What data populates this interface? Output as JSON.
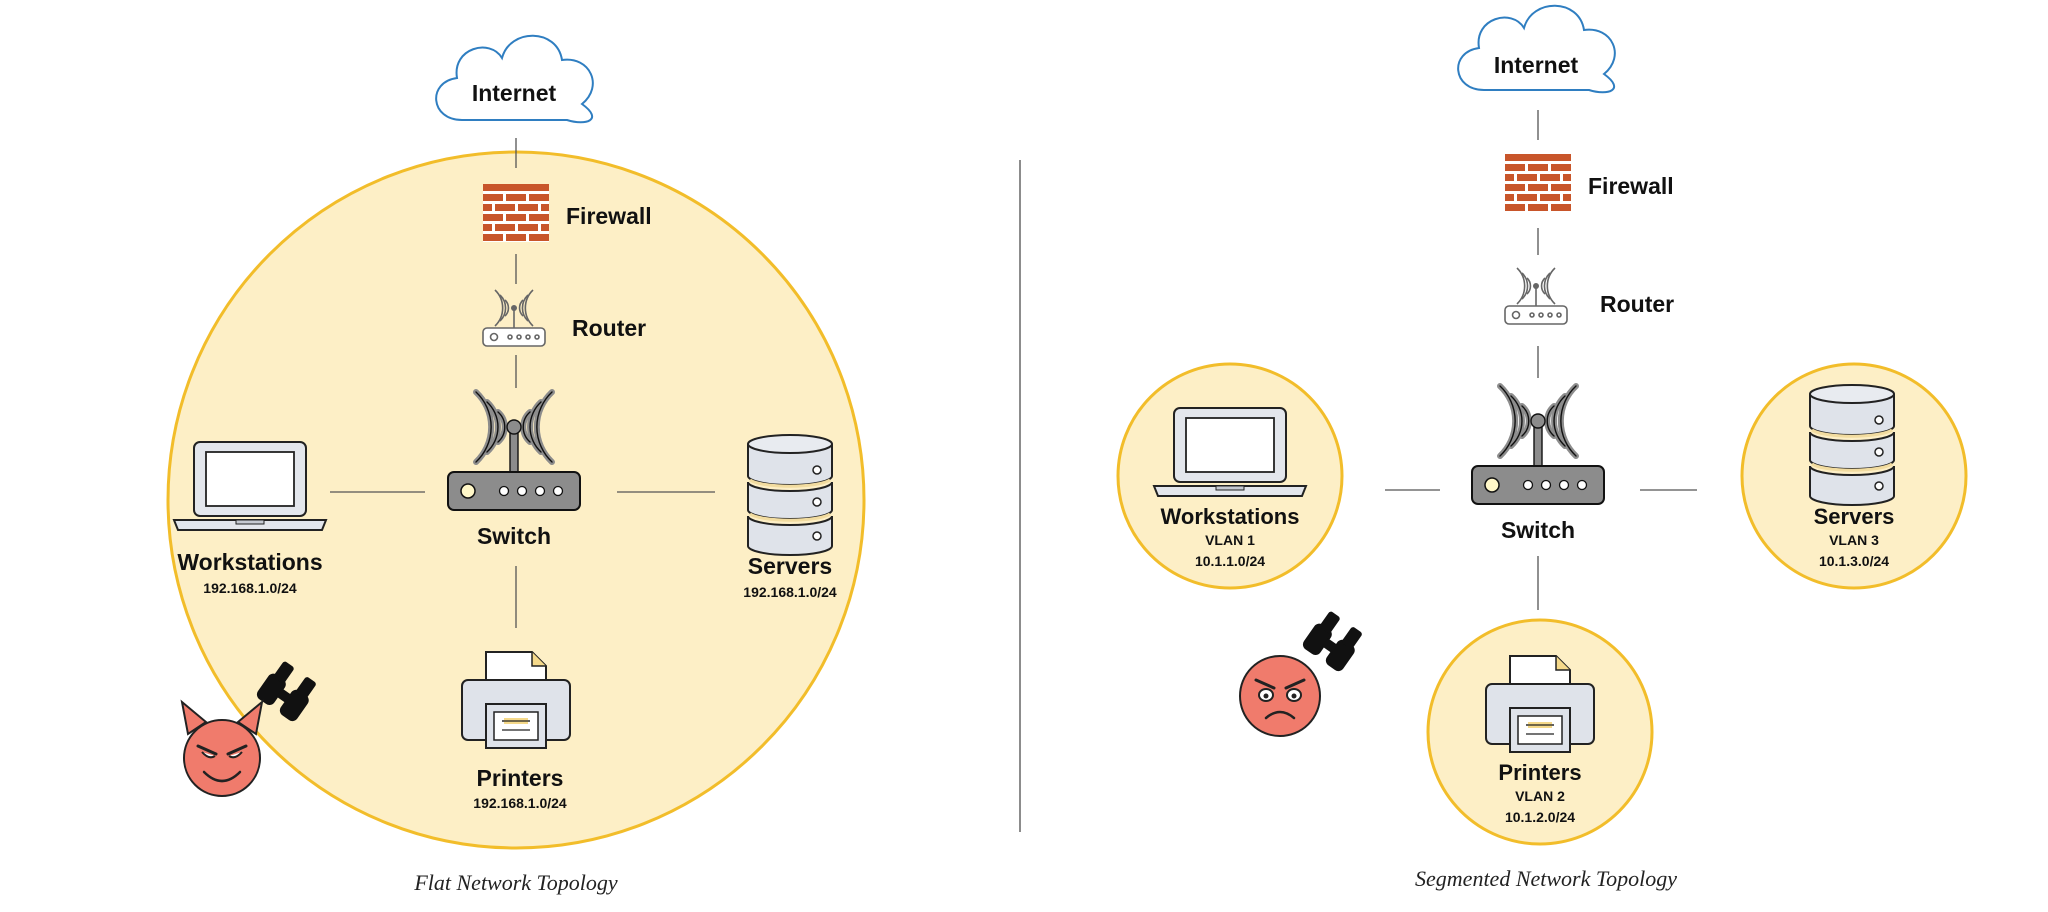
{
  "colors": {
    "zone_fill": "#fdefc6",
    "zone_stroke": "#f2bd2a",
    "cloud_stroke": "#2f7ec1",
    "brick": "#c8552a",
    "device_gray": "#8c8c8c",
    "device_light": "#e3e6ec",
    "face": "#f07b6c"
  },
  "flat": {
    "caption": "Flat Network Topology",
    "internet": "Internet",
    "firewall": "Firewall",
    "router": "Router",
    "switch": "Switch",
    "workstations": {
      "label": "Workstations",
      "subnet": "192.168.1.0/24"
    },
    "servers": {
      "label": "Servers",
      "subnet": "192.168.1.0/24"
    },
    "printers": {
      "label": "Printers",
      "subnet": "192.168.1.0/24"
    },
    "attacker_icon": "devil-face-icon",
    "attacker_tool_icon": "binoculars-icon"
  },
  "segmented": {
    "caption": "Segmented Network Topology",
    "internet": "Internet",
    "firewall": "Firewall",
    "router": "Router",
    "switch": "Switch",
    "workstations": {
      "label": "Workstations",
      "vlan": "VLAN 1",
      "subnet": "10.1.1.0/24"
    },
    "servers": {
      "label": "Servers",
      "vlan": "VLAN 3",
      "subnet": "10.1.3.0/24"
    },
    "printers": {
      "label": "Printers",
      "vlan": "VLAN 2",
      "subnet": "10.1.2.0/24"
    },
    "attacker_icon": "angry-face-icon",
    "attacker_tool_icon": "binoculars-icon"
  }
}
